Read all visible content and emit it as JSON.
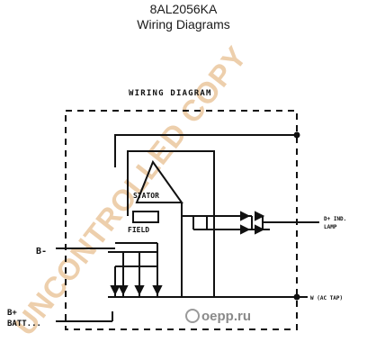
{
  "header": {
    "part_number": "8AL2056KA",
    "subtitle": "Wiring Diagrams"
  },
  "diagram": {
    "heading": "WIRING DIAGRAM",
    "labels": {
      "b_minus": "B-",
      "b_plus": "B+",
      "battery": "BATT...",
      "d_plus_ind": "D+ IND.",
      "lamp": "LAMP",
      "w_ac_tap": "W (AC TAP)",
      "stator": "STATOR",
      "field": "FIELD"
    }
  },
  "watermark": {
    "text": "UNCONTROLLED COPY",
    "logo": "oepp.ru"
  },
  "colors": {
    "ink": "#111111",
    "watermark": "#e0a86a"
  }
}
